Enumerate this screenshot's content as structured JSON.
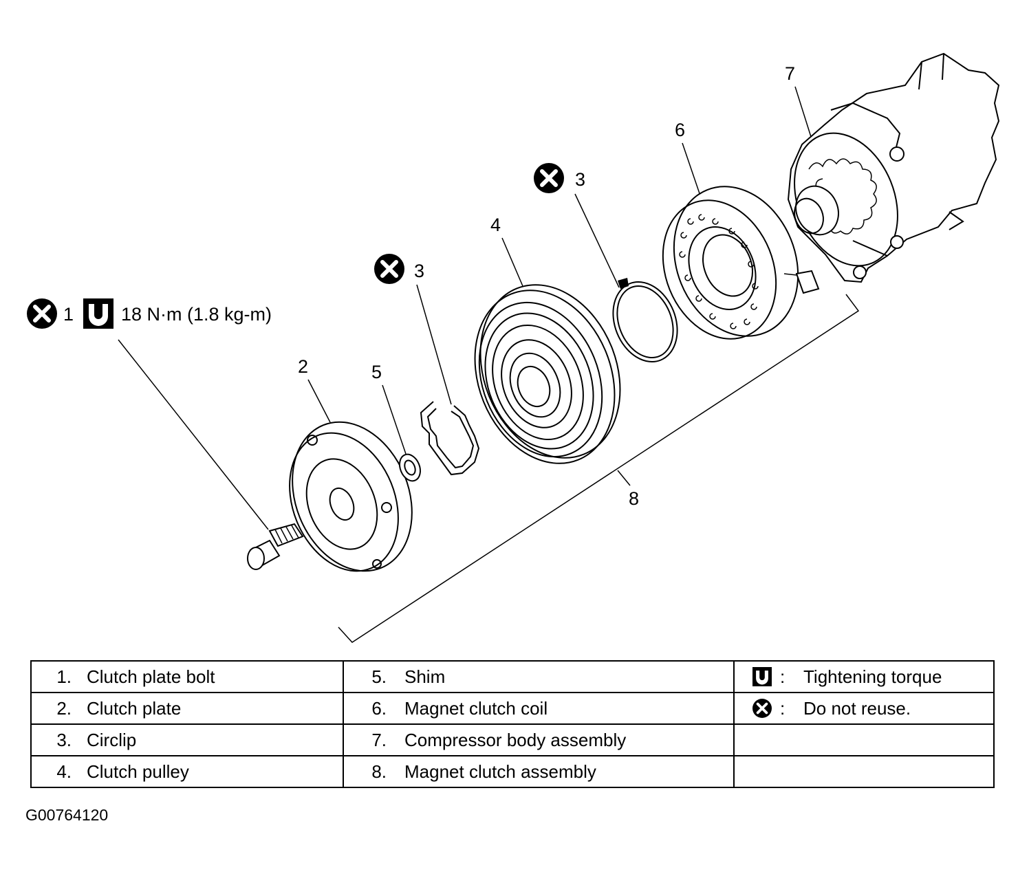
{
  "callouts": {
    "c1_num": "1",
    "c1_torque": "18 N·m (1.8 kg-m)",
    "c2": "2",
    "c3a": "3",
    "c3b": "3",
    "c4": "4",
    "c5": "5",
    "c6": "6",
    "c7": "7",
    "c8": "8"
  },
  "legend": {
    "rows": [
      {
        "n1": "1.",
        "t1": "Clutch plate bolt",
        "n2": "5.",
        "t2": "Shim"
      },
      {
        "n1": "2.",
        "t1": "Clutch plate",
        "n2": "6.",
        "t2": "Magnet clutch coil"
      },
      {
        "n1": "3.",
        "t1": "Circlip",
        "n2": "7.",
        "t2": "Compressor body assembly"
      },
      {
        "n1": "4.",
        "t1": "Clutch pulley",
        "n2": "8.",
        "t2": "Magnet clutch assembly"
      }
    ],
    "symbols": [
      {
        "icon": "torque-wrench-icon",
        "colon": ":",
        "text": "Tightening torque"
      },
      {
        "icon": "do-not-reuse-icon",
        "colon": ":",
        "text": "Do not reuse."
      }
    ]
  },
  "figure_id": "G00764120"
}
